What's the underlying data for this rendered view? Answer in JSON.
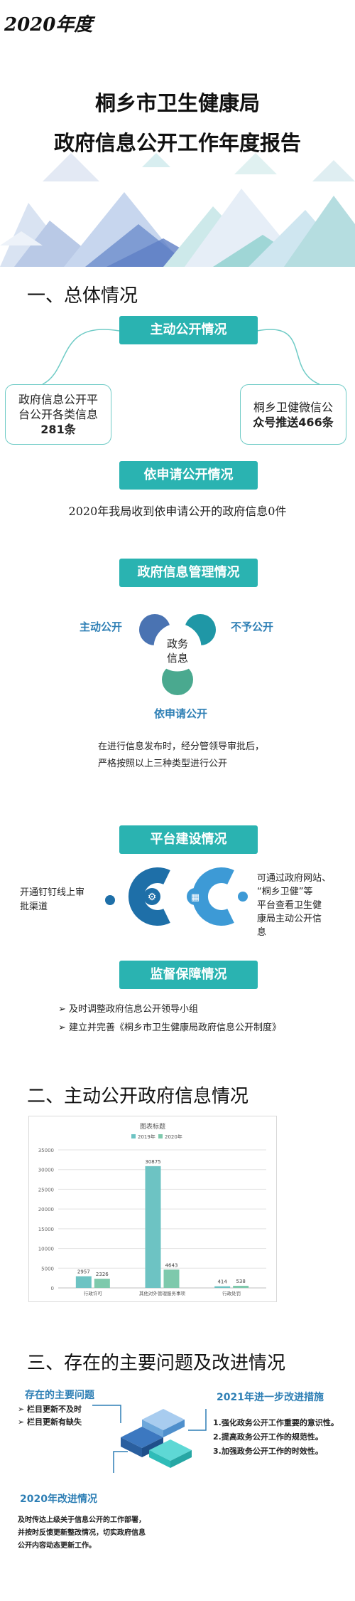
{
  "header": {
    "year_tag": "2020年度",
    "title_line1": "桐乡市卫生健康局",
    "title_line2": "政府信息公开工作年度报告"
  },
  "section1": {
    "heading": "一、总体情况",
    "active_disclosure": {
      "pill": "主动公开情况",
      "left_box": {
        "line1": "政府信息公开平",
        "line2": "台公开各类信息",
        "line3": "281条"
      },
      "right_box": {
        "line1": "桐乡卫健微信公",
        "line2": "众号推送466条"
      }
    },
    "on_request": {
      "pill": "依申请公开情况",
      "text": "2020年我局收到依申请公开的政府信息0件"
    },
    "management": {
      "pill": "政府信息管理情况",
      "center_line1": "政务",
      "center_line2": "信息",
      "label_left": "主动公开",
      "label_right": "不予公开",
      "label_bottom": "依申请公开",
      "desc_line1": "在进行信息发布时，经分管领导审批后，",
      "desc_line2": "严格按照以上三种类型进行公开",
      "colors": {
        "left": "#4a73b2",
        "right": "#1f97a6",
        "bottom": "#4aa98f"
      }
    },
    "platform": {
      "pill": "平台建设情况",
      "left_line1": "开通钉钉线上审",
      "left_line2": "批渠道",
      "right_line1": "可通过政府网站、",
      "right_line2": "“桐乡卫健”等",
      "right_line3": "平台查看卫生健",
      "right_line4": "康局主动公开信",
      "right_line5": "息"
    },
    "supervision": {
      "pill": "监督保障情况",
      "items": [
        "及时调整政府信息公开领导小组",
        "建立并完善《桐乡市卫生健康局政府信息公开制度》"
      ]
    }
  },
  "section2": {
    "heading": "二、主动公开政府信息情况"
  },
  "chart_data": {
    "type": "bar",
    "title": "图表标题",
    "categories": [
      "行政许可",
      "其他对外管理服务事项",
      "行政处罚"
    ],
    "series": [
      {
        "name": "2019年",
        "values": [
          2957,
          30875,
          414
        ],
        "color": "#6dc3c3"
      },
      {
        "name": "2020年",
        "values": [
          2326,
          4643,
          538
        ],
        "color": "#7ec9ac"
      }
    ],
    "ylim": [
      0,
      35000
    ],
    "yticks": [
      0,
      5000,
      10000,
      15000,
      20000,
      25000,
      30000,
      35000
    ],
    "grid": true,
    "legend": "top"
  },
  "section3": {
    "heading": "三、存在的主要问题及改进情况",
    "problems_title": "存在的主要问题",
    "problems": [
      "栏目更新不及时",
      "栏目更新有缺失"
    ],
    "next_title": "2021年进一步改进措施",
    "next_items": [
      "1.强化政务公开工作重要的意识性。",
      "2.提高政务公开工作的规范性。",
      "3.加强政务公开工作的时效性。"
    ],
    "improve_title": "2020年改进情况",
    "improve_line1": "及时传达上级关于信息公开的工作部署，",
    "improve_line2": "并按时反馈更新整改情况，切实政府信息",
    "improve_line3": "公开内容动态更新工作。"
  }
}
